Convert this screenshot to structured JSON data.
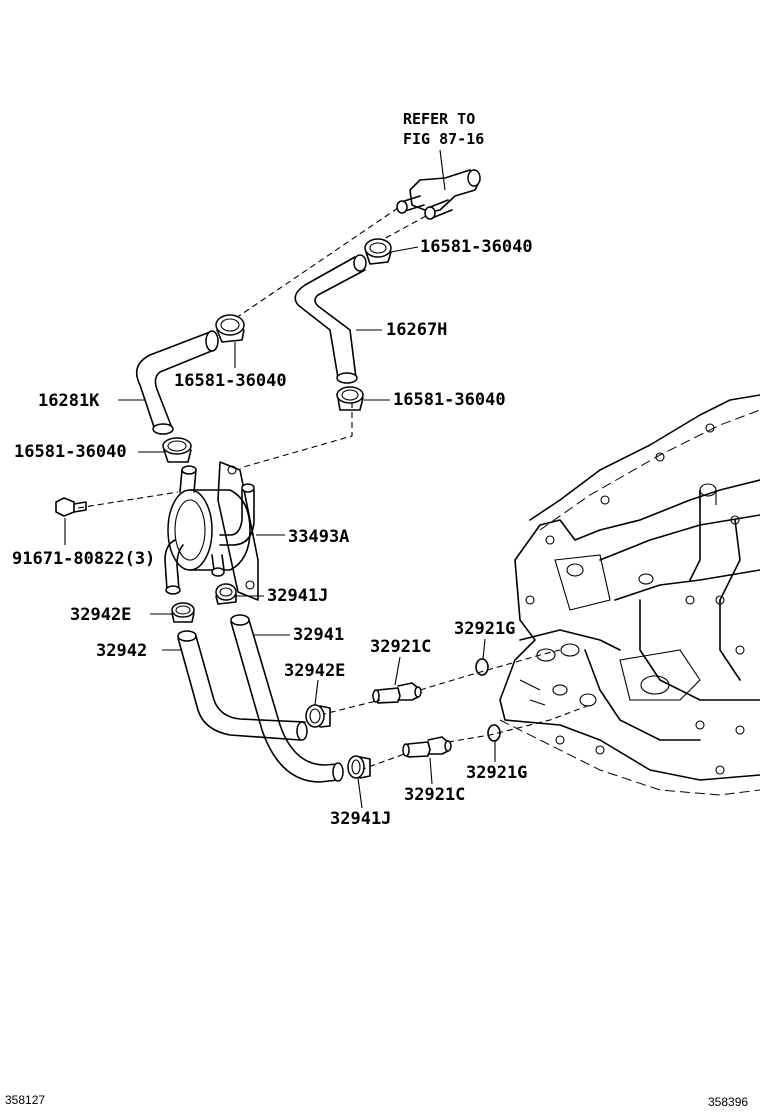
{
  "refer": {
    "line1": "REFER TO",
    "line2": "FIG 87-16"
  },
  "labels": {
    "clamp_upper_right": "16581-36040",
    "hose_16267h": "16267H",
    "clamp_mid": "16581-36040",
    "hose_16281k": "16281K",
    "clamp_lower_right": "16581-36040",
    "clamp_left": "16581-36040",
    "cooler_33493a": "33493A",
    "bolt": "91671-80822(3)",
    "clamp_32941j_top": "32941J",
    "clamp_32942e_left": "32942E",
    "hose_32941": "32941",
    "hose_32942": "32942",
    "union_32921c_top": "32921C",
    "gasket_32921g_top": "32921G",
    "clamp_32942e_mid": "32942E",
    "gasket_32921g_bottom": "32921G",
    "union_32921c_bottom": "32921C",
    "clamp_32941j_bottom": "32941J"
  },
  "footer": {
    "left_id": "358127",
    "right_id": "358396"
  }
}
